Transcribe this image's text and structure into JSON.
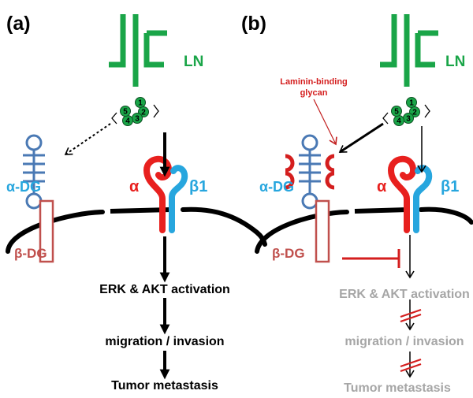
{
  "panels": {
    "a": {
      "label": "(a)",
      "ligand_label": "LN",
      "domain_numbers": [
        "1",
        "2",
        "3",
        "4",
        "5"
      ],
      "integrin_alpha": "α",
      "integrin_beta": "β1",
      "alpha_dg": "α-DG",
      "beta_dg": "β-DG",
      "steps": [
        "ERK & AKT activation",
        "migration / invasion",
        "Tumor metastasis"
      ]
    },
    "b": {
      "label": "(b)",
      "ligand_label": "LN",
      "domain_numbers": [
        "1",
        "2",
        "3",
        "4",
        "5"
      ],
      "glycan_callout": [
        "Laminin-binding",
        "glycan"
      ],
      "integrin_alpha": "α",
      "integrin_beta": "β1",
      "alpha_dg": "α-DG",
      "beta_dg": "β-DG",
      "steps": [
        "ERK & AKT activation",
        "migration / invasion",
        "Tumor metastasis"
      ]
    }
  },
  "colors": {
    "laminin": "#1aa548",
    "integrin_alpha": "#e8201e",
    "integrin_beta": "#27a6de",
    "alpha_dg": "#4a79b4",
    "beta_dg": "#c0504d",
    "glycan": "#d41e1e",
    "text_active": "#000000",
    "text_inactive": "#a6a6a6"
  },
  "icons": {
    "inhibition": "inhibition-t-bar-icon",
    "blocked": "double-slash-block-icon"
  }
}
